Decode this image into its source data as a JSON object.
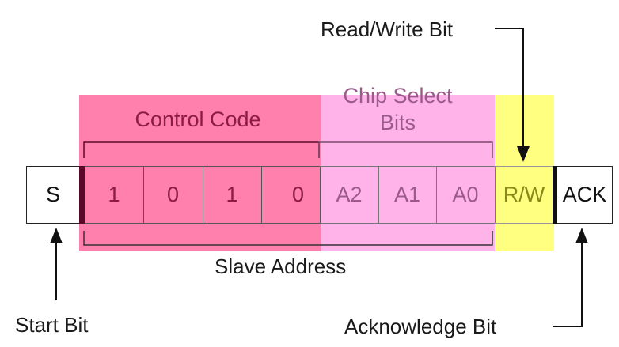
{
  "colors": {
    "control_code_bg": "#ff80ad",
    "chip_select_bg": "#ffb3e8",
    "rw_bg": "#ffff80",
    "control_code_text": "#8b1c44",
    "chip_select_text": "#9a5a8a",
    "rw_text": "#8a8a1a"
  },
  "regions": {
    "control_code": "Control Code",
    "chip_select_line1": "Chip Select",
    "chip_select_line2": "Bits"
  },
  "cells": {
    "start": "S",
    "b1": "1",
    "b2": "0",
    "b3": "1",
    "b4": "0",
    "a2": "A2",
    "a1": "A1",
    "a0": "A0",
    "rw": "R/W",
    "ack": "ACK"
  },
  "labels": {
    "read_write_bit": "Read/Write Bit",
    "slave_address": "Slave Address",
    "start_bit": "Start Bit",
    "acknowledge_bit": "Acknowledge Bit"
  }
}
